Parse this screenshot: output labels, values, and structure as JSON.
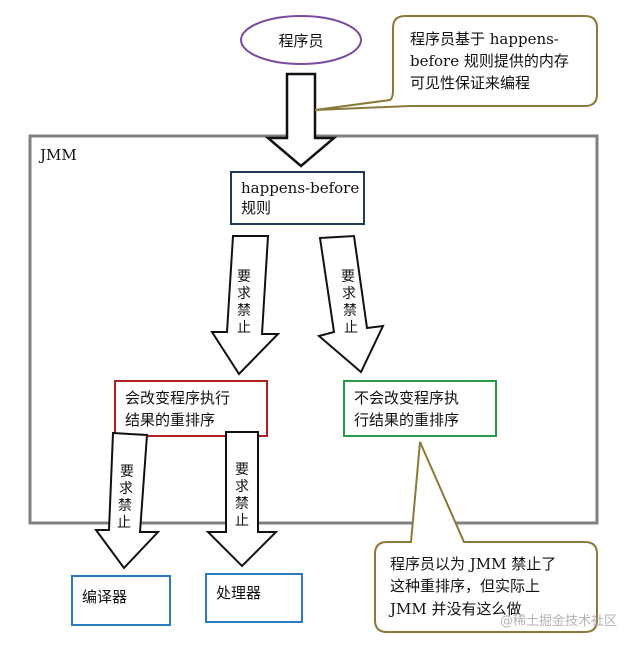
{
  "programmer": "程序员",
  "callout_top": [
    "程序员基于 happens-",
    "before 规则提供的内存",
    "可见性保证来编程"
  ],
  "jmm_label": "JMM",
  "hb_rule": [
    "happens-before",
    "规则"
  ],
  "require_forbid": [
    "要",
    "求",
    "禁",
    "止"
  ],
  "changing_reorder": [
    "会改变程序执行",
    "结果的重排序"
  ],
  "nonchanging_reorder": [
    "不会改变程序执",
    "行结果的重排序"
  ],
  "compiler": "编译器",
  "processor": "处理器",
  "callout_bottom": [
    "程序员以为 JMM 禁止了",
    "这种重排序，但实际上",
    "JMM 并没有这么做"
  ],
  "watermark": "@稀土掘金技术社区",
  "colors": {
    "ellipse_border": "#7b4a9a",
    "callout_border": "#8a7a3a",
    "jmm_border": "#808080",
    "hb_border": "#1f3a5f",
    "changing_border": "#b02020",
    "nonchanging_border": "#2a9a4a",
    "unit_border": "#2b7bbf"
  }
}
